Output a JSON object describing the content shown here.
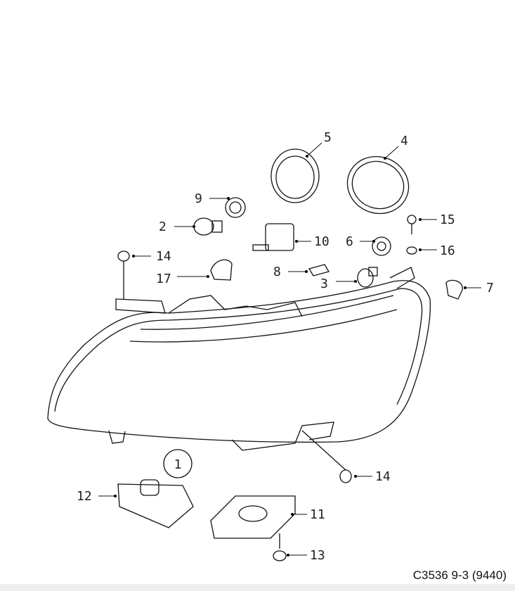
{
  "diagram": {
    "caption": "C3536 9-3 (9440)",
    "assembly_label": "1",
    "callouts": [
      {
        "id": "5",
        "label": "5"
      },
      {
        "id": "4",
        "label": "4"
      },
      {
        "id": "9",
        "label": "9"
      },
      {
        "id": "15",
        "label": "15"
      },
      {
        "id": "2",
        "label": "2"
      },
      {
        "id": "10",
        "label": "10"
      },
      {
        "id": "6",
        "label": "6"
      },
      {
        "id": "16",
        "label": "16"
      },
      {
        "id": "14a",
        "label": "14"
      },
      {
        "id": "8",
        "label": "8"
      },
      {
        "id": "3",
        "label": "3"
      },
      {
        "id": "7",
        "label": "7"
      },
      {
        "id": "17",
        "label": "17"
      },
      {
        "id": "14b",
        "label": "14"
      },
      {
        "id": "12",
        "label": "12"
      },
      {
        "id": "11",
        "label": "11"
      },
      {
        "id": "13",
        "label": "13"
      }
    ]
  }
}
